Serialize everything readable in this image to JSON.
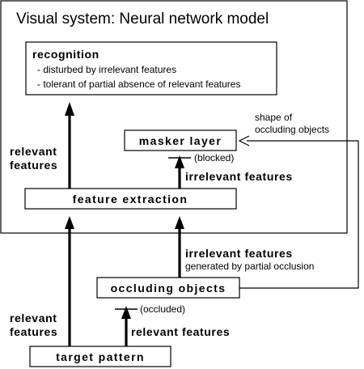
{
  "title": "Visual system:  Neural network model",
  "recognition": {
    "heading": "recognition",
    "line1": "- disturbed by irrelevant features",
    "line2": "- tolerant of partial absence of relevant features"
  },
  "masker_layer": "masker  layer",
  "feature_extraction": "feature  extraction",
  "occluding_objects": "occluding  objects",
  "target_pattern": "target  pattern",
  "labels": {
    "relevant_features_upper_l1": "relevant",
    "relevant_features_upper_l2": "features",
    "blocked": "(blocked)",
    "irrelevant_features_upper": "irrelevant  features",
    "shape_of_l1": "shape of",
    "shape_of_l2": "occluding objects",
    "irrelevant_features_lower": "irrelevant  features",
    "generated_by": "generated by partial occlusion",
    "relevant_features_lower_l1": "relevant",
    "relevant_features_lower_l2": "features",
    "occluded": "(occluded)",
    "relevant_features_right": "relevant  features"
  }
}
